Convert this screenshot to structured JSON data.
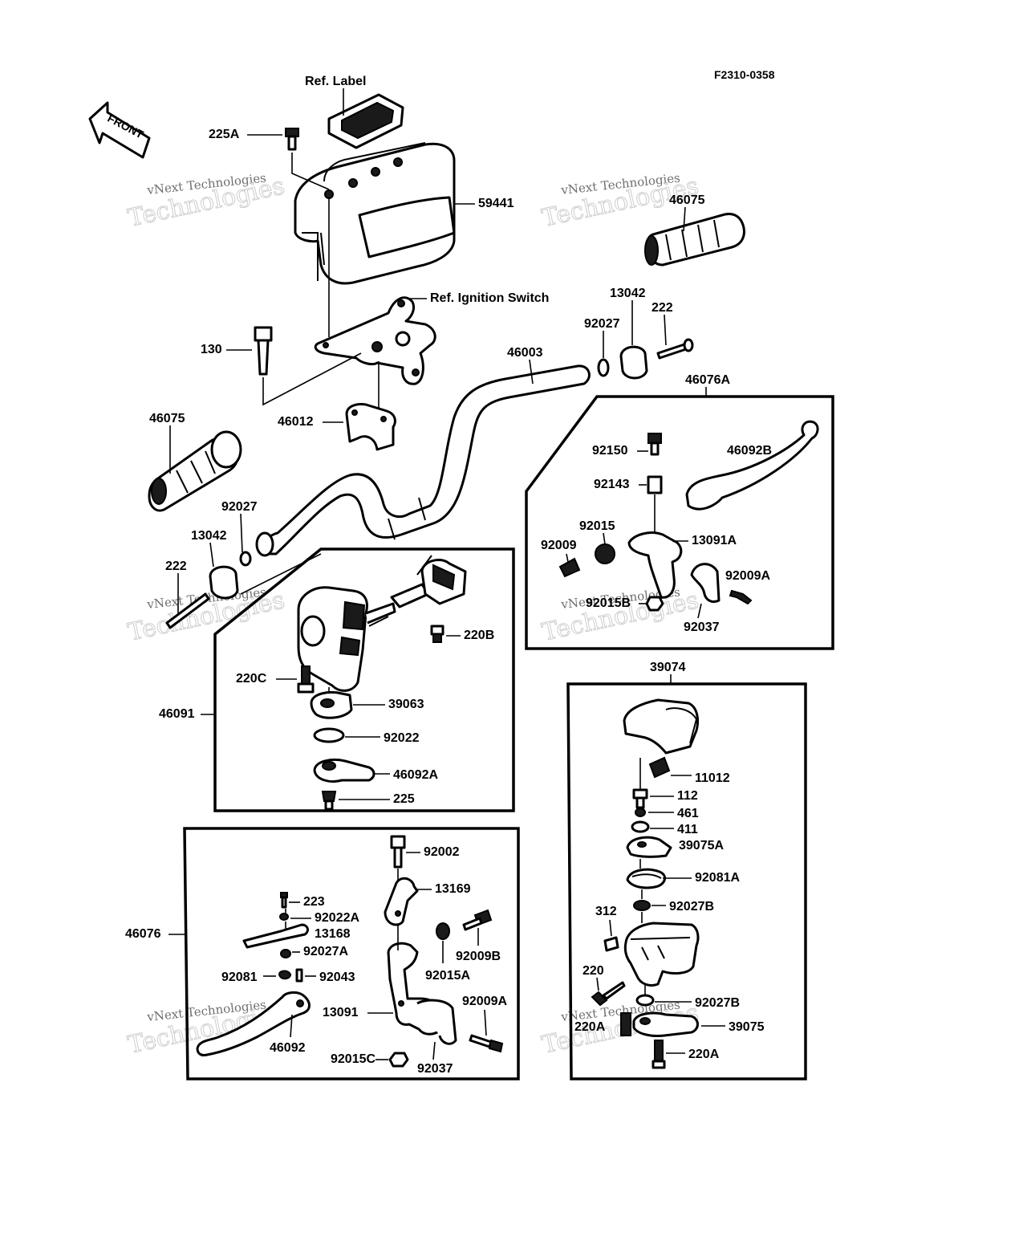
{
  "figure_code": "F2310-0358",
  "front_label": "FRONT",
  "ref_label": "Ref. Label",
  "ref_ignition": "Ref. Ignition Switch",
  "watermark": {
    "line1": "vNext Technologies",
    "line2": "Technologies",
    "line3": "vNext"
  },
  "parts": {
    "p225A": "225A",
    "p59441": "59441",
    "p46075_r": "46075",
    "p13042_r": "13042",
    "p222_r": "222",
    "p92027_r": "92027",
    "p130": "130",
    "p46003": "46003",
    "p46012": "46012",
    "p46076A": "46076A",
    "p46075_l": "46075",
    "p92150": "92150",
    "p46092B": "46092B",
    "p92143": "92143",
    "p92015": "92015",
    "p92009": "92009",
    "p13091A": "13091A",
    "p92009A_top": "92009A",
    "p92015B": "92015B",
    "p92037_top": "92037",
    "p92027_l": "92027",
    "p13042_l": "13042",
    "p222_l": "222",
    "p220B": "220B",
    "p220C": "220C",
    "p46091": "46091",
    "p39063": "39063",
    "p92022": "92022",
    "p46092A": "46092A",
    "p225": "225",
    "p39074": "39074",
    "p11012": "11012",
    "p112": "112",
    "p461": "461",
    "p411": "411",
    "p39075A": "39075A",
    "p92081A": "92081A",
    "p312": "312",
    "p92027B_a": "92027B",
    "p220": "220",
    "p92027B_b": "92027B",
    "p220A_a": "220A",
    "p39075": "39075",
    "p220A_b": "220A",
    "p92002": "92002",
    "p13169": "13169",
    "p223": "223",
    "p92022A": "92022A",
    "p13168": "13168",
    "p92027A": "92027A",
    "p46076": "46076",
    "p92009B": "92009B",
    "p92081": "92081",
    "p92043": "92043",
    "p92015A": "92015A",
    "p13091": "13091",
    "p92009A_bot": "92009A",
    "p46092": "46092",
    "p92015C": "92015C",
    "p92037_bot": "92037"
  }
}
